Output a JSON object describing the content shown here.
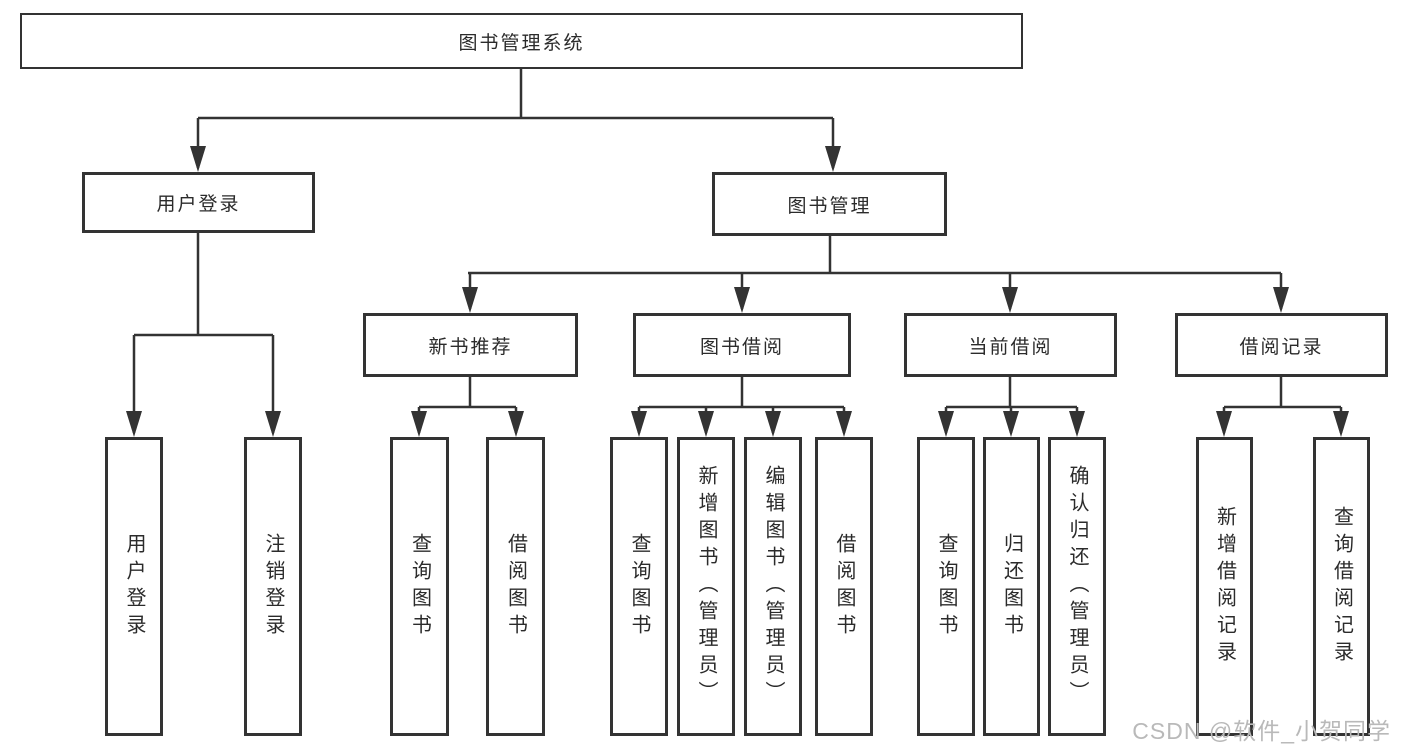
{
  "colors": {
    "line": "#333333",
    "text": "#2b2b2b",
    "background": "#ffffff",
    "watermark": "#b9b9b9"
  },
  "watermark": {
    "text": "CSDN @软件_小贺同学"
  },
  "tree": {
    "root": {
      "label": "图书管理系统",
      "children": [
        {
          "label": "用户登录",
          "children": [
            {
              "label": "用户登录"
            },
            {
              "label": "注销登录"
            }
          ]
        },
        {
          "label": "图书管理",
          "children": [
            {
              "label": "新书推荐",
              "children": [
                {
                  "label": "查询图书"
                },
                {
                  "label": "借阅图书"
                }
              ]
            },
            {
              "label": "图书借阅",
              "children": [
                {
                  "label": "查询图书"
                },
                {
                  "label": "新增图书（管理员）"
                },
                {
                  "label": "编辑图书（管理员）"
                },
                {
                  "label": "借阅图书"
                }
              ]
            },
            {
              "label": "当前借阅",
              "children": [
                {
                  "label": "查询图书"
                },
                {
                  "label": "归还图书"
                },
                {
                  "label": "确认归还（管理员）"
                }
              ]
            },
            {
              "label": "借阅记录",
              "children": [
                {
                  "label": "新增借阅记录"
                },
                {
                  "label": "查询借阅记录"
                }
              ]
            }
          ]
        }
      ]
    }
  }
}
